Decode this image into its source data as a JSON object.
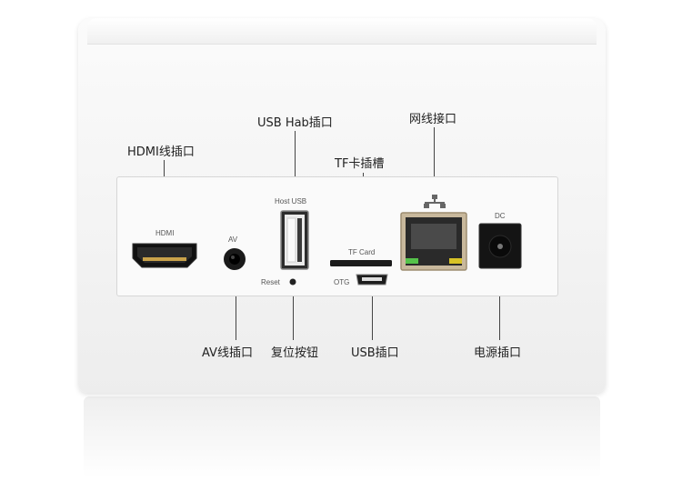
{
  "callouts": {
    "hdmi": "HDMI线插口",
    "usb_hub": "USB Hab插口",
    "tf_slot": "TF卡插槽",
    "ethernet": "网线接口",
    "av": "AV线插口",
    "reset": "复位按钮",
    "usb": "USB插口",
    "power": "电源插口"
  },
  "panel_labels": {
    "hdmi": "HDMI",
    "av": "AV",
    "host_usb": "Host USB",
    "tf_card": "TF Card",
    "reset": "Reset",
    "otg": "OTG",
    "dc": "DC"
  },
  "icons": [
    "network-icon"
  ],
  "colors": {
    "body": "#f4f4f4",
    "port": "#1a1a1a",
    "rj45_metal": "#b7a58a",
    "led_green": "#55c24a",
    "led_yellow": "#d7c227"
  }
}
